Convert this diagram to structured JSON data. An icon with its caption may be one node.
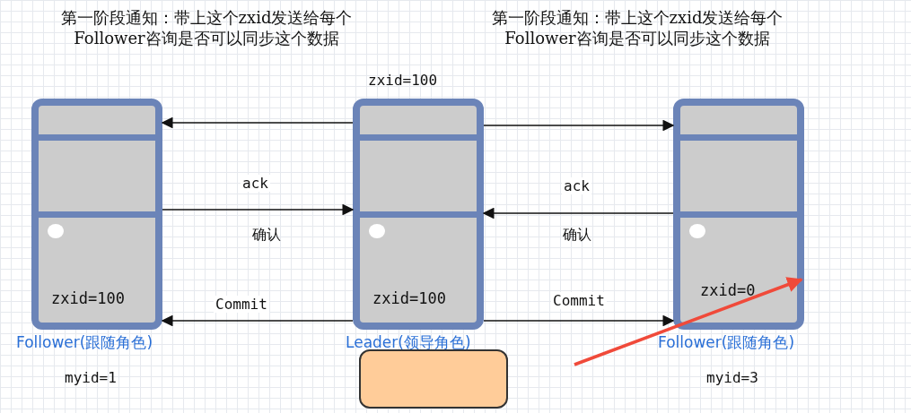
{
  "diagram": {
    "nodes": [
      {
        "text": [
          "zxid=100"
        ],
        "beside": [
          "Follower(跟随角色)",
          "myid=1"
        ]
      },
      {
        "text": [
          "zxid=100"
        ],
        "beside": [
          "zxid=100",
          "Leader(领导角色)"
        ]
      },
      {
        "text": [
          "zxid=0"
        ],
        "beside": [
          "Follower(跟随角色)",
          "myid=3"
        ]
      },
      {
        "text": [],
        "shape": "box"
      }
    ],
    "edges": [
      {
        "from": 1,
        "to": 0,
        "arrow": "to"
      },
      {
        "from": 1,
        "to": 2,
        "arrow": "to"
      },
      {
        "from": 0,
        "to": 1,
        "arrow": "to",
        "label": "ack"
      },
      {
        "from": 2,
        "to": 1,
        "arrow": "to",
        "label": "ack"
      },
      {
        "from": 1,
        "to": 0,
        "arrow": "to",
        "label": "Commit"
      },
      {
        "from": 1,
        "to": 2,
        "arrow": "to",
        "label": "Commit"
      },
      {
        "from": null,
        "to": 2,
        "arrow": "to",
        "style": "thick",
        "color": "#f04a3a"
      }
    ],
    "labels": [
      "第一阶段通知：带上这个zxid发送给每个Follower咨询是否可以同步这个数据",
      "第一阶段通知：带上这个zxid发送给每个Follower咨询是否可以同步这个数据",
      "确认",
      "确认"
    ]
  }
}
